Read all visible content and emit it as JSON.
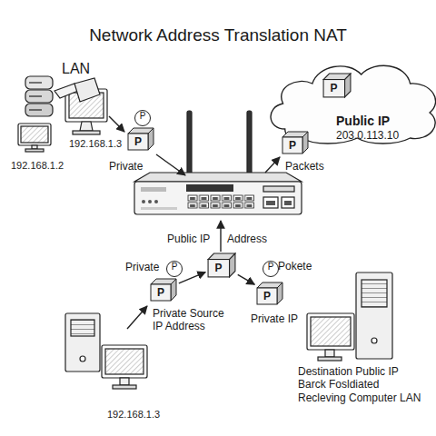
{
  "diagram": {
    "title": "Network Address Translation NAT",
    "nodes": [
      {
        "text": [
          "Public IP",
          "203.0.113.10"
        ]
      },
      {
        "text": [
          "P"
        ],
        "in": 0
      },
      {
        "text": [
          "P"
        ]
      },
      {
        "text": [
          "P"
        ]
      },
      {
        "text": [
          "P"
        ]
      },
      {
        "text": [
          "P"
        ]
      },
      {
        "text": [
          "P"
        ]
      },
      {
        "text": [
          "P"
        ]
      },
      {
        "text": [
          "P"
        ]
      },
      {
        "text": [
          "P"
        ]
      }
    ],
    "edges": [
      {
        "from": 4,
        "to": 1,
        "arrow": "to"
      },
      {
        "from": 6,
        "to": 7,
        "arrow": "to"
      },
      {
        "from": 7,
        "to": 9,
        "arrow": "to"
      }
    ],
    "labels": [
      "LAN",
      "192.168.1.3",
      "192.168.1.2",
      "Private",
      "Packets",
      "Public IP",
      "Address",
      "Private",
      "Private Source IP Address",
      "Pokete",
      "Private IP",
      "192.168.1.3",
      "Destination Public IP Barck Fosldiated Recleving Computer LAN"
    ]
  }
}
